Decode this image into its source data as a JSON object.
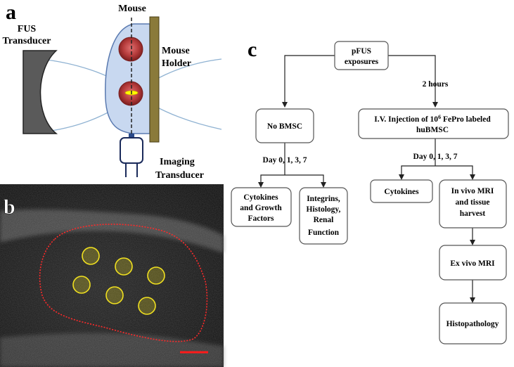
{
  "panel_a": {
    "letter": "a",
    "mouse_label": "Mouse",
    "fus_label_line1": "FUS",
    "fus_label_line2": "Transducer",
    "holder_label_line1": "Mouse",
    "holder_label_line2": "Holder",
    "imaging_label_line1": "Imaging",
    "imaging_label_line2": "Transducer"
  },
  "panel_b": {
    "letter": "b",
    "roi_circle_count": 6
  },
  "panel_c": {
    "letter": "c",
    "nodes": {
      "pfus_line1": "pFUS",
      "pfus_line2": "exposures",
      "two_hours": "2 hours",
      "no_bmsc": "No BMSC",
      "iv_line1_prefix": "I.V. Injection of 10",
      "iv_line1_sup": "6",
      "iv_line1_suffix": " FePro labeled",
      "iv_line2": "huBMSC",
      "day_left": "Day 0, 1, 3, 7",
      "day_right": "Day 0, 1, 3, 7",
      "cyto_growth_line1": "Cytokines",
      "cyto_growth_line2": "and Growth",
      "cyto_growth_line3": "Factors",
      "integrins_line1": "Integrins,",
      "integrins_line2": "Histology,",
      "integrins_line3": "Renal",
      "integrins_line4": "Function",
      "cytokines": "Cytokines",
      "invivo_line1": "In vivo MRI",
      "invivo_line2": "and tissue",
      "invivo_line3": "harvest",
      "exvivo": "Ex vivo MRI",
      "histopathology": "Histopathology"
    }
  },
  "colors": {
    "ultrasound_bg": "#1a1a1a",
    "roi_outline": "#ff2a2a",
    "roi_circle": "#f0e020",
    "scale_bar": "#ff1a1a",
    "mouse_body": "#c8d8f0",
    "kidney": "#b43a3a",
    "focus": "#ffff00",
    "holder": "#8a7a3a",
    "transducer": "#555555"
  }
}
